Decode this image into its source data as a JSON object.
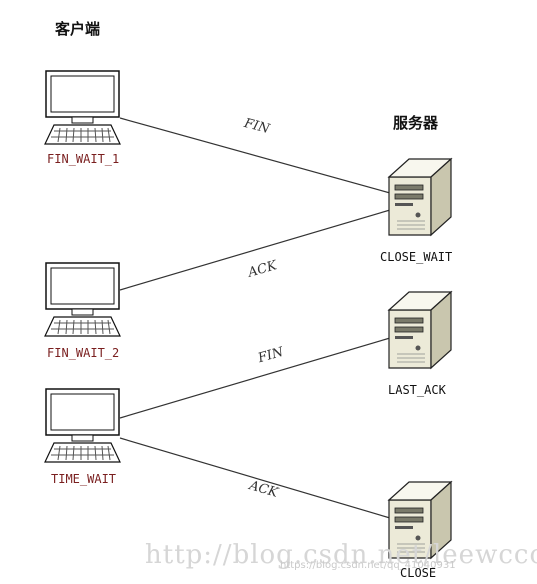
{
  "headings": {
    "client": "客户端",
    "server": "服务器"
  },
  "clients": [
    {
      "state": "FIN_WAIT_1"
    },
    {
      "state": "FIN_WAIT_2"
    },
    {
      "state": "TIME_WAIT"
    }
  ],
  "servers": [
    {
      "state": "CLOSE_WAIT"
    },
    {
      "state": "LAST_ACK"
    },
    {
      "state": "CLOSE"
    }
  ],
  "messages": [
    {
      "label": "FIN",
      "from": "client-1",
      "to": "server-1"
    },
    {
      "label": "ACK",
      "from": "server-1",
      "to": "client-2"
    },
    {
      "label": "FIN",
      "from": "server-2",
      "to": "client-3"
    },
    {
      "label": "ACK",
      "from": "client-3",
      "to": "server-3"
    }
  ],
  "watermark": {
    "main": "http://blog.csdn.net/leewccc",
    "small": "https://blog.csdn.net/qq_41040931"
  },
  "colors": {
    "client_state": "#7a1f1f",
    "line": "#333333"
  },
  "icons": {
    "client": "computer-monitor-icon",
    "server": "server-tower-icon"
  }
}
